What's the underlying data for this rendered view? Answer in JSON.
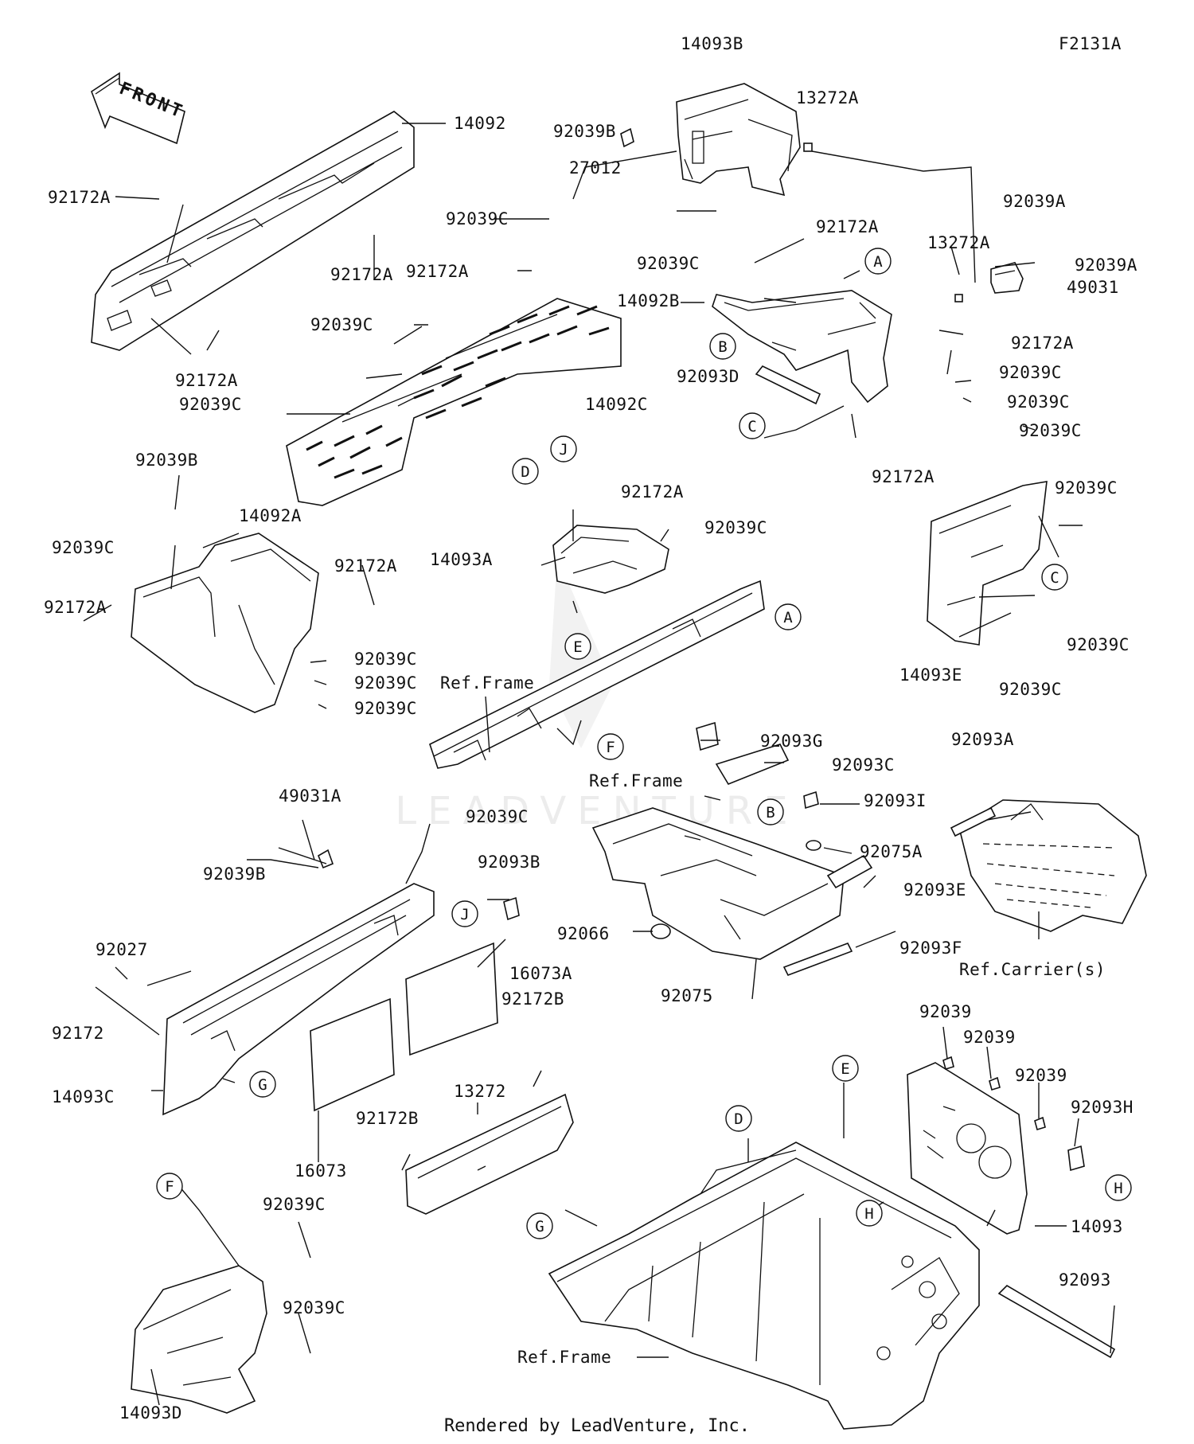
{
  "diagram_code": "F2131A",
  "front_label": "FRONT",
  "watermark": "LEADVENTURE",
  "footer": "Rendered by LeadVenture, Inc.",
  "callouts": [
    {
      "id": "14093B",
      "text": "14093B"
    },
    {
      "id": "F2131A",
      "text": "F2131A"
    },
    {
      "id": "14092",
      "text": "14092"
    },
    {
      "id": "92039B_a",
      "text": "92039B"
    },
    {
      "id": "27012",
      "text": "27012"
    },
    {
      "id": "13272A_a",
      "text": "13272A"
    },
    {
      "id": "92172A_a",
      "text": "92172A"
    },
    {
      "id": "92172A_b",
      "text": "92172A"
    },
    {
      "id": "92039C_a",
      "text": "92039C"
    },
    {
      "id": "92172A_c",
      "text": "92172A"
    },
    {
      "id": "92039C_b",
      "text": "92039C"
    },
    {
      "id": "92172A_d",
      "text": "92172A"
    },
    {
      "id": "92172A_e",
      "text": "92172A"
    },
    {
      "id": "92039C_c",
      "text": "92039C"
    },
    {
      "id": "92039C_d",
      "text": "92039C"
    },
    {
      "id": "14092B",
      "text": "14092B"
    },
    {
      "id": "92039A_a",
      "text": "92039A"
    },
    {
      "id": "13272A_b",
      "text": "13272A"
    },
    {
      "id": "92039A_b",
      "text": "92039A"
    },
    {
      "id": "49031",
      "text": "49031"
    },
    {
      "id": "92172A_f",
      "text": "92172A"
    },
    {
      "id": "92093D",
      "text": "92093D"
    },
    {
      "id": "92039C_e",
      "text": "92039C"
    },
    {
      "id": "92039C_f",
      "text": "92039C"
    },
    {
      "id": "92039C_g",
      "text": "92039C"
    },
    {
      "id": "92172A_g",
      "text": "92172A"
    },
    {
      "id": "14092C",
      "text": "14092C"
    },
    {
      "id": "92039B_b",
      "text": "92039B"
    },
    {
      "id": "14092A",
      "text": "14092A"
    },
    {
      "id": "92039C_h",
      "text": "92039C"
    },
    {
      "id": "92172A_h",
      "text": "92172A"
    },
    {
      "id": "92172A_i",
      "text": "92172A"
    },
    {
      "id": "92039C_i",
      "text": "92039C"
    },
    {
      "id": "92039C_j",
      "text": "92039C"
    },
    {
      "id": "92039C_k",
      "text": "92039C"
    },
    {
      "id": "92172A_j",
      "text": "92172A"
    },
    {
      "id": "92039C_l",
      "text": "92039C"
    },
    {
      "id": "14093A",
      "text": "14093A"
    },
    {
      "id": "92039C_m",
      "text": "92039C"
    },
    {
      "id": "92039C_n",
      "text": "92039C"
    },
    {
      "id": "92039C_o",
      "text": "92039C"
    },
    {
      "id": "14093E",
      "text": "14093E"
    },
    {
      "id": "RefFrame_a",
      "text": "Ref.Frame"
    },
    {
      "id": "92093G",
      "text": "92093G"
    },
    {
      "id": "92093C",
      "text": "92093C"
    },
    {
      "id": "92093A",
      "text": "92093A"
    },
    {
      "id": "RefFrame_b",
      "text": "Ref.Frame"
    },
    {
      "id": "49031A",
      "text": "49031A"
    },
    {
      "id": "92039C_p",
      "text": "92039C"
    },
    {
      "id": "92093I",
      "text": "92093I"
    },
    {
      "id": "92039B_c",
      "text": "92039B"
    },
    {
      "id": "92093B",
      "text": "92093B"
    },
    {
      "id": "92075A",
      "text": "92075A"
    },
    {
      "id": "92093E",
      "text": "92093E"
    },
    {
      "id": "92027",
      "text": "92027"
    },
    {
      "id": "92066",
      "text": "92066"
    },
    {
      "id": "16073A",
      "text": "16073A"
    },
    {
      "id": "92093F",
      "text": "92093F"
    },
    {
      "id": "RefCarrier",
      "text": "Ref.Carrier(s)"
    },
    {
      "id": "92172",
      "text": "92172"
    },
    {
      "id": "92075",
      "text": "92075"
    },
    {
      "id": "92172B_a",
      "text": "92172B"
    },
    {
      "id": "92039_a",
      "text": "92039"
    },
    {
      "id": "92039_b",
      "text": "92039"
    },
    {
      "id": "14093C",
      "text": "14093C"
    },
    {
      "id": "13272",
      "text": "13272"
    },
    {
      "id": "92039_c",
      "text": "92039"
    },
    {
      "id": "92093H",
      "text": "92093H"
    },
    {
      "id": "92172B_b",
      "text": "92172B"
    },
    {
      "id": "16073",
      "text": "16073"
    },
    {
      "id": "92039C_q",
      "text": "92039C"
    },
    {
      "id": "14093",
      "text": "14093"
    },
    {
      "id": "92039C_r",
      "text": "92039C"
    },
    {
      "id": "92093",
      "text": "92093"
    },
    {
      "id": "RefFrame_c",
      "text": "Ref.Frame"
    },
    {
      "id": "14093D",
      "text": "14093D"
    }
  ],
  "reference_markers": [
    {
      "id": "A1",
      "letter": "A"
    },
    {
      "id": "B1",
      "letter": "B"
    },
    {
      "id": "C1",
      "letter": "C"
    },
    {
      "id": "D1",
      "letter": "D"
    },
    {
      "id": "J1",
      "letter": "J"
    },
    {
      "id": "E1",
      "letter": "E"
    },
    {
      "id": "A2",
      "letter": "A"
    },
    {
      "id": "C2",
      "letter": "C"
    },
    {
      "id": "F1",
      "letter": "F"
    },
    {
      "id": "B2",
      "letter": "B"
    },
    {
      "id": "J2",
      "letter": "J"
    },
    {
      "id": "G1",
      "letter": "G"
    },
    {
      "id": "E2",
      "letter": "E"
    },
    {
      "id": "D2",
      "letter": "D"
    },
    {
      "id": "H1",
      "letter": "H"
    },
    {
      "id": "H2",
      "letter": "H"
    },
    {
      "id": "F2",
      "letter": "F"
    },
    {
      "id": "G2",
      "letter": "G"
    }
  ]
}
